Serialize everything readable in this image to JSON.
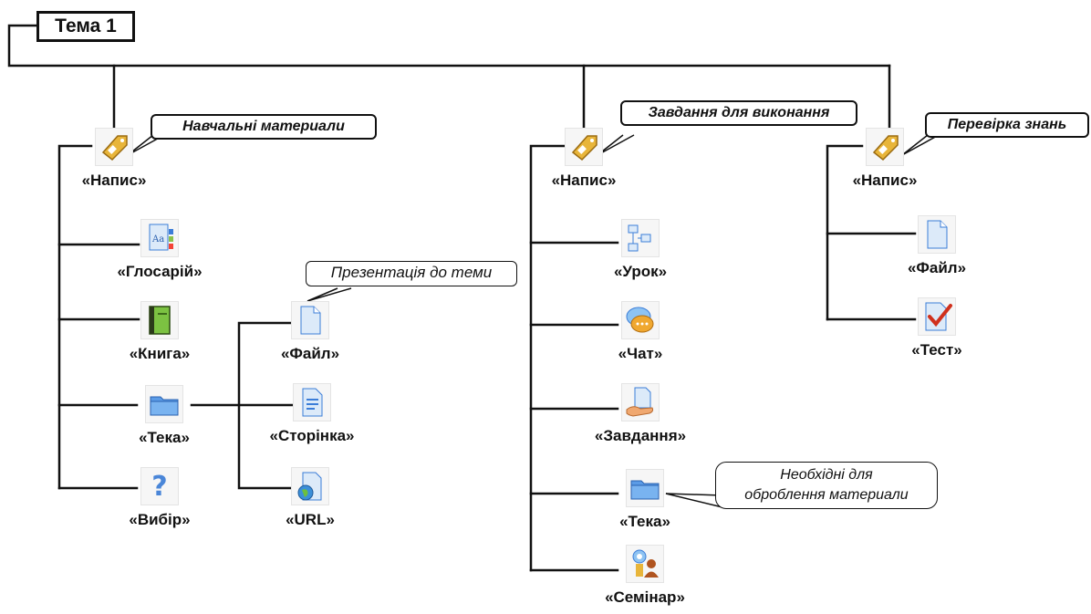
{
  "root": {
    "label": "Тема 1"
  },
  "sections": [
    {
      "heading": "Навчальні материали",
      "node": {
        "label": "«Напис»",
        "icon": "label-tag-icon"
      },
      "items": [
        {
          "label": "«Глосарій»",
          "icon": "glossary-icon"
        },
        {
          "label": "«Книга»",
          "icon": "book-icon"
        },
        {
          "label": "«Тека»",
          "icon": "folder-icon",
          "children": [
            {
              "label": "«Файл»",
              "icon": "file-icon",
              "note": "Презентація до теми"
            },
            {
              "label": "«Сторінка»",
              "icon": "page-icon"
            },
            {
              "label": "«URL»",
              "icon": "url-globe-icon"
            }
          ]
        },
        {
          "label": "«Вибір»",
          "icon": "question-icon"
        }
      ]
    },
    {
      "heading": "Завдання для виконання",
      "node": {
        "label": "«Напис»",
        "icon": "label-tag-icon"
      },
      "items": [
        {
          "label": "«Урок»",
          "icon": "lesson-icon"
        },
        {
          "label": "«Чат»",
          "icon": "chat-icon"
        },
        {
          "label": "«Завдання»",
          "icon": "assignment-icon"
        },
        {
          "label": "«Тека»",
          "icon": "folder-icon",
          "note": [
            "Необхідні для",
            "оброблення материали"
          ]
        },
        {
          "label": "«Семінар»",
          "icon": "workshop-icon"
        }
      ]
    },
    {
      "heading": "Перевірка знань",
      "node": {
        "label": "«Напис»",
        "icon": "label-tag-icon"
      },
      "items": [
        {
          "label": "«Файл»",
          "icon": "file-icon"
        },
        {
          "label": "«Тест»",
          "icon": "quiz-icon"
        }
      ]
    }
  ],
  "colors": {
    "line": "#111111",
    "icon_blue": "#3b7dd8",
    "tag_gold": "#e8b53a"
  }
}
